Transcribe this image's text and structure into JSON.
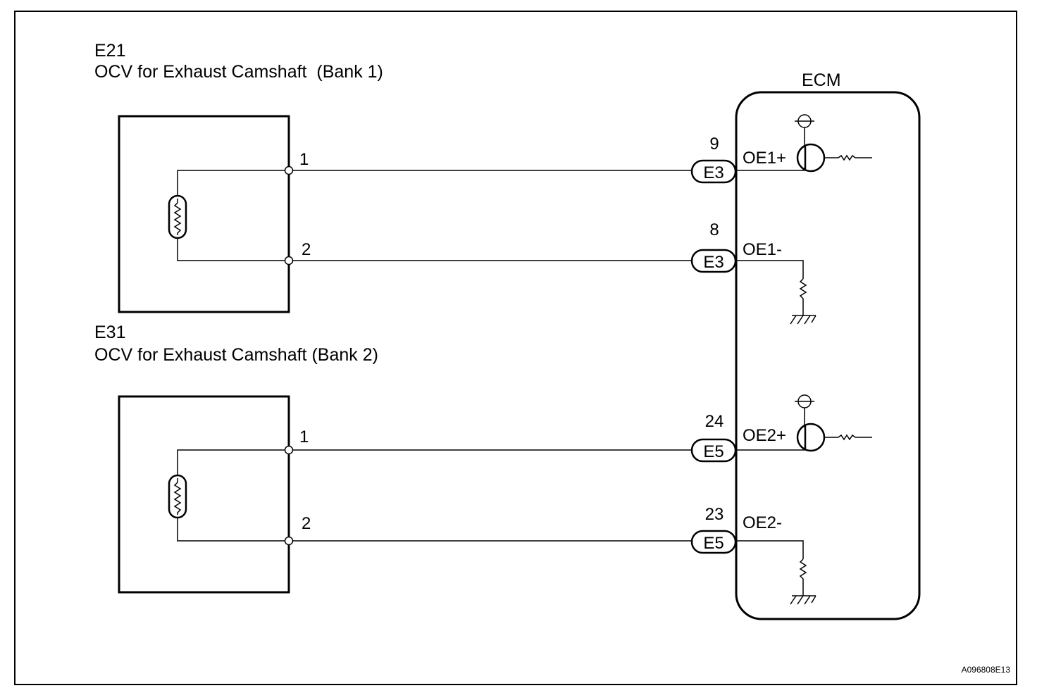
{
  "components": [
    {
      "id": "E21",
      "ref": "E21",
      "description": "OCV for Exhaust Camshaft  (Bank 1)",
      "pins": [
        "1",
        "2"
      ]
    },
    {
      "id": "E31",
      "ref": "E31",
      "description": "OCV for Exhaust Camshaft (Bank 2)",
      "pins": [
        "1",
        "2"
      ]
    }
  ],
  "ecm": {
    "label": "ECM",
    "terminals": [
      {
        "pin": "9",
        "connector": "E3",
        "signal": "OE1+"
      },
      {
        "pin": "8",
        "connector": "E3",
        "signal": "OE1-"
      },
      {
        "pin": "24",
        "connector": "E5",
        "signal": "OE2+"
      },
      {
        "pin": "23",
        "connector": "E5",
        "signal": "OE2-"
      }
    ]
  },
  "connections": [
    {
      "from": "E21 pin 1",
      "to": "ECM E3 pin 9 OE1+"
    },
    {
      "from": "E21 pin 2",
      "to": "ECM E3 pin 8 OE1-"
    },
    {
      "from": "E31 pin 1",
      "to": "ECM E5 pin 24 OE2+"
    },
    {
      "from": "E31 pin 2",
      "to": "ECM E5 pin 23 OE2-"
    }
  ],
  "figure_code": "A096808E13"
}
